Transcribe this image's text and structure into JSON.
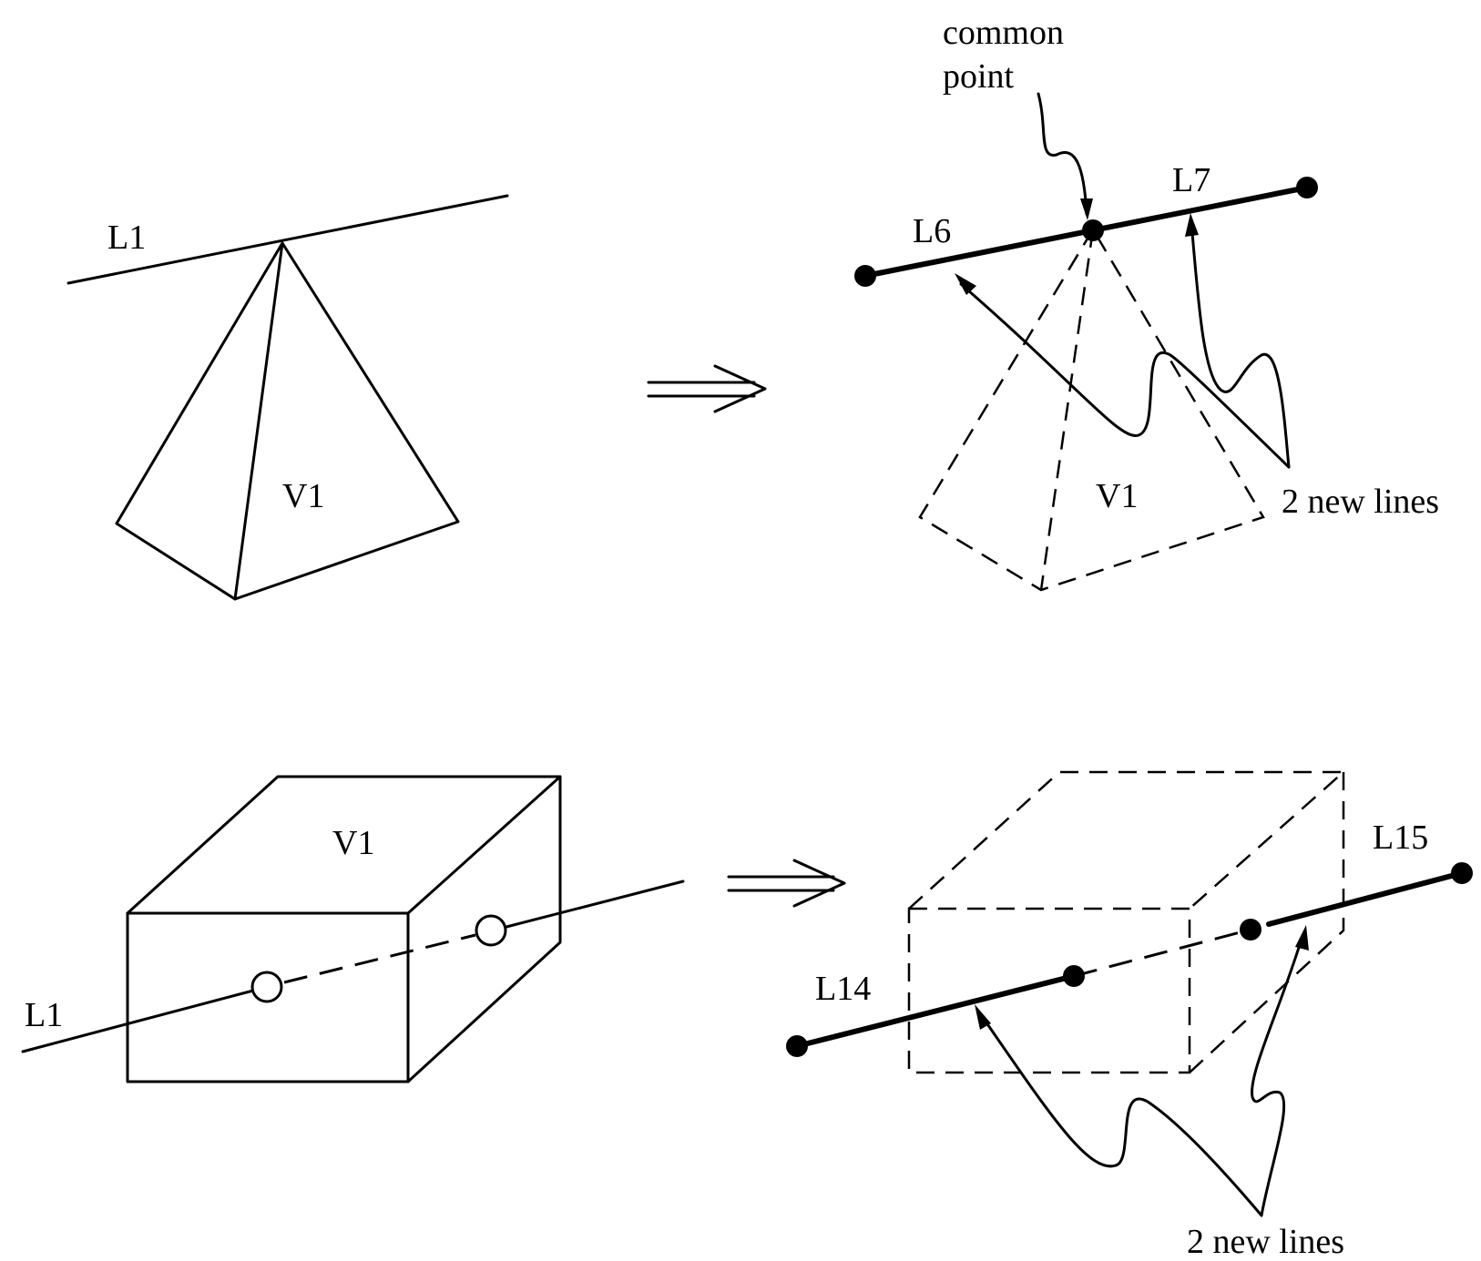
{
  "labels": {
    "common_point_line1": "common",
    "common_point_line2": "point",
    "top_left_line": "L1",
    "top_left_volume": "V1",
    "top_right_left_line": "L6",
    "top_right_right_line": "L7",
    "top_right_volume": "V1",
    "top_new_lines": "2 new lines",
    "bottom_left_volume": "V1",
    "bottom_left_line": "L1",
    "bottom_right_left_line": "L14",
    "bottom_right_right_line": "L15",
    "bottom_new_lines": "2 new lines"
  }
}
